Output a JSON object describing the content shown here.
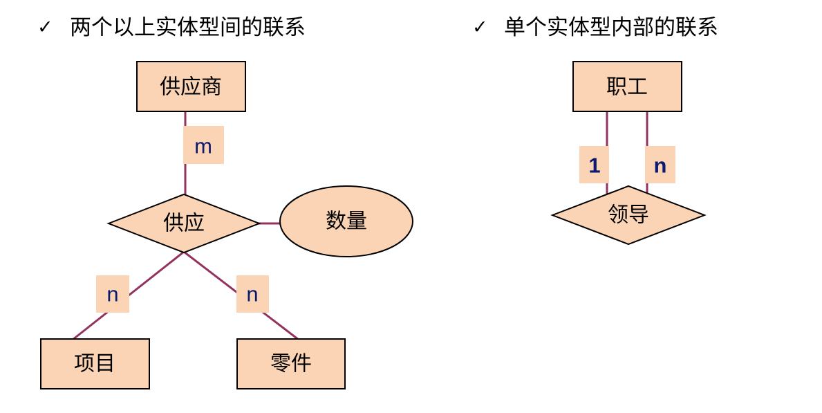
{
  "headings": {
    "check_mark": "✓",
    "left": "两个以上实体型间的联系",
    "right": "单个实体型内部的联系"
  },
  "diagram_left": {
    "entities": {
      "supplier": "供应商",
      "project": "项目",
      "part": "零件"
    },
    "relationship": "供应",
    "attribute": "数量",
    "cardinalities": {
      "supplier": "m",
      "project": "n",
      "part": "n"
    }
  },
  "diagram_right": {
    "entity": "职工",
    "relationship": "领导",
    "cardinalities": {
      "one": "1",
      "many": "n"
    }
  },
  "colors": {
    "node_fill": "#fad4b4",
    "edge": "#93325e",
    "cardinality_text": "#0b1a6e"
  }
}
